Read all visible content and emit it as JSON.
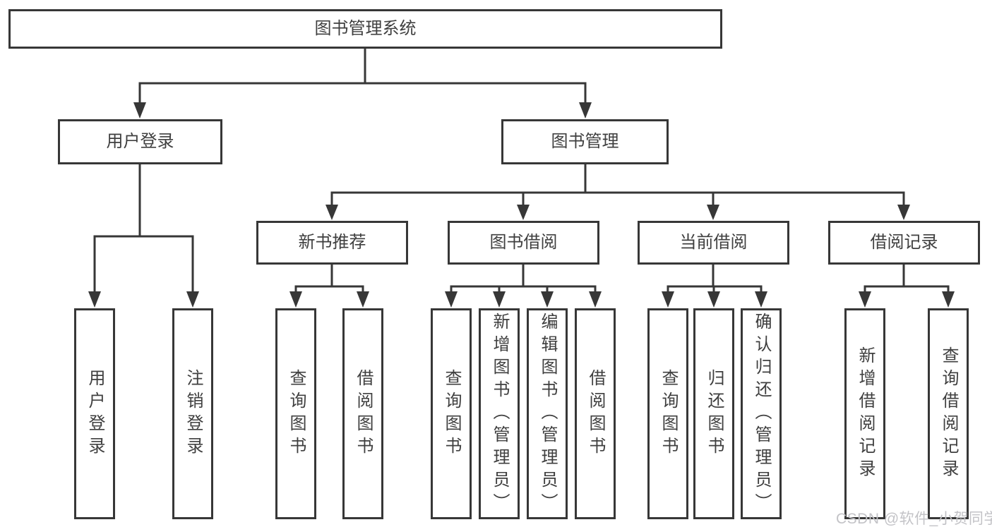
{
  "tree": {
    "root": "图书管理系统",
    "branches": [
      {
        "label": "用户登录",
        "children": [
          {
            "label": "用户登录"
          },
          {
            "label": "注销登录"
          }
        ]
      },
      {
        "label": "图书管理",
        "sections": [
          {
            "label": "新书推荐",
            "children": [
              {
                "label": "查询图书"
              },
              {
                "label": "借阅图书"
              }
            ]
          },
          {
            "label": "图书借阅",
            "children": [
              {
                "label": "查询图书"
              },
              {
                "label": "新增图书（管理员）"
              },
              {
                "label": "编辑图书（管理员）"
              },
              {
                "label": "借阅图书"
              }
            ]
          },
          {
            "label": "当前借阅",
            "children": [
              {
                "label": "查询图书"
              },
              {
                "label": "归还图书"
              },
              {
                "label": "确认归还（管理员）"
              }
            ]
          },
          {
            "label": "借阅记录",
            "children": [
              {
                "label": "新增借阅记录"
              },
              {
                "label": "查询借阅记录"
              }
            ]
          }
        ]
      }
    ]
  },
  "watermark": {
    "text": "CSDN @软件_小贺同学",
    "color": "#c3c3c7"
  },
  "colors": {
    "line": "#373737",
    "box_border": "#373737",
    "box_fill": "#ffffff",
    "text": "#3f3f3f",
    "background": "#ffffff"
  }
}
